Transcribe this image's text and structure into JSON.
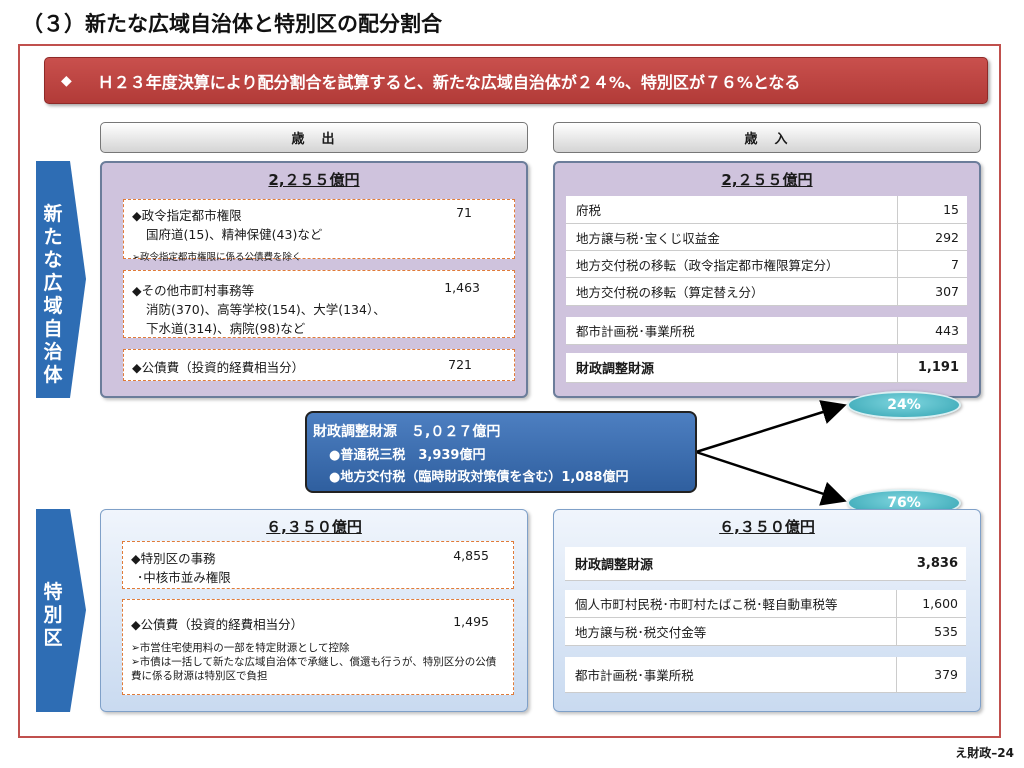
{
  "page": {
    "title": "（３）新たな広域自治体と特別区の配分割合",
    "banner": {
      "bullet": "◆",
      "text": "Ｈ２３年度決算により配分割合を試算すると、新たな広域自治体が２４%、特別区が７６%となる"
    },
    "columns": {
      "expenditure": "歳　出",
      "revenue": "歳　入"
    },
    "side_labels": {
      "prefecture": "新たな広域自治体",
      "ward": "特別区"
    },
    "prefecture": {
      "expenditure": {
        "total": "2,２５５億円",
        "items": [
          {
            "name": "◆政令指定都市権限",
            "value": "71",
            "detail": "国府道(15)、精神保健(43)など",
            "note": "➢政令指定都市権限に係る公債費を除く"
          },
          {
            "name": "◆その他市町村事務等",
            "value": "1,463",
            "detail": "消防(370)、高等学校(154)、大学(134）、",
            "detail2": "下水道(314)、病院(98)など"
          },
          {
            "name": "◆公債費（投資的経費相当分）",
            "value": "721"
          }
        ]
      },
      "revenue": {
        "total": "2,２５５億円",
        "rows": [
          {
            "label": "府税",
            "value": "15"
          },
          {
            "label": "地方譲与税･宝くじ収益金",
            "value": "292"
          },
          {
            "label": "地方交付税の移転（政令指定都市権限算定分）",
            "value": "7"
          },
          {
            "label": "地方交付税の移転（算定替え分）",
            "value": "307"
          },
          {
            "label": "都市計画税･事業所税",
            "value": "443"
          },
          {
            "label": "財政調整財源",
            "value": "1,191"
          }
        ]
      }
    },
    "center": {
      "head": "財政調整財源　５,０２７億円",
      "line1": "●普通税三税　3,939億円",
      "line2": "●地方交付税（臨時財政対策債を含む）1,088億円"
    },
    "ratios": {
      "prefecture": "24%",
      "ward": "76%"
    },
    "ward": {
      "expenditure": {
        "total": "６,３５０億円",
        "items": [
          {
            "name": "◆特別区の事務",
            "value": "4,855",
            "detail": "･中核市並み権限"
          },
          {
            "name": "◆公債費（投資的経費相当分）",
            "value": "1,495",
            "note1": "➢市営住宅使用料の一部を特定財源として控除",
            "note2": "➢市債は一括して新たな広域自治体で承継し、償還も行うが、特別区分の公債費に係る財源は特別区で負担"
          }
        ]
      },
      "revenue": {
        "total": "６,３５０億円",
        "rows": [
          {
            "label": "財政調整財源",
            "value": "3,836"
          },
          {
            "label": "個人市町村民税･市町村たばこ税･軽自動車税等",
            "value": "1,600"
          },
          {
            "label": "地方譲与税･税交付金等",
            "value": "535"
          },
          {
            "label": "都市計画税･事業所税",
            "value": "379"
          }
        ]
      }
    },
    "footer_id": "え財政–24",
    "colors": {
      "accent_red": "#c0504d",
      "arrow_blue": "#2e6db4",
      "panel_purple": "#cfc3dd",
      "ratio_teal": "#33a3b2"
    }
  }
}
